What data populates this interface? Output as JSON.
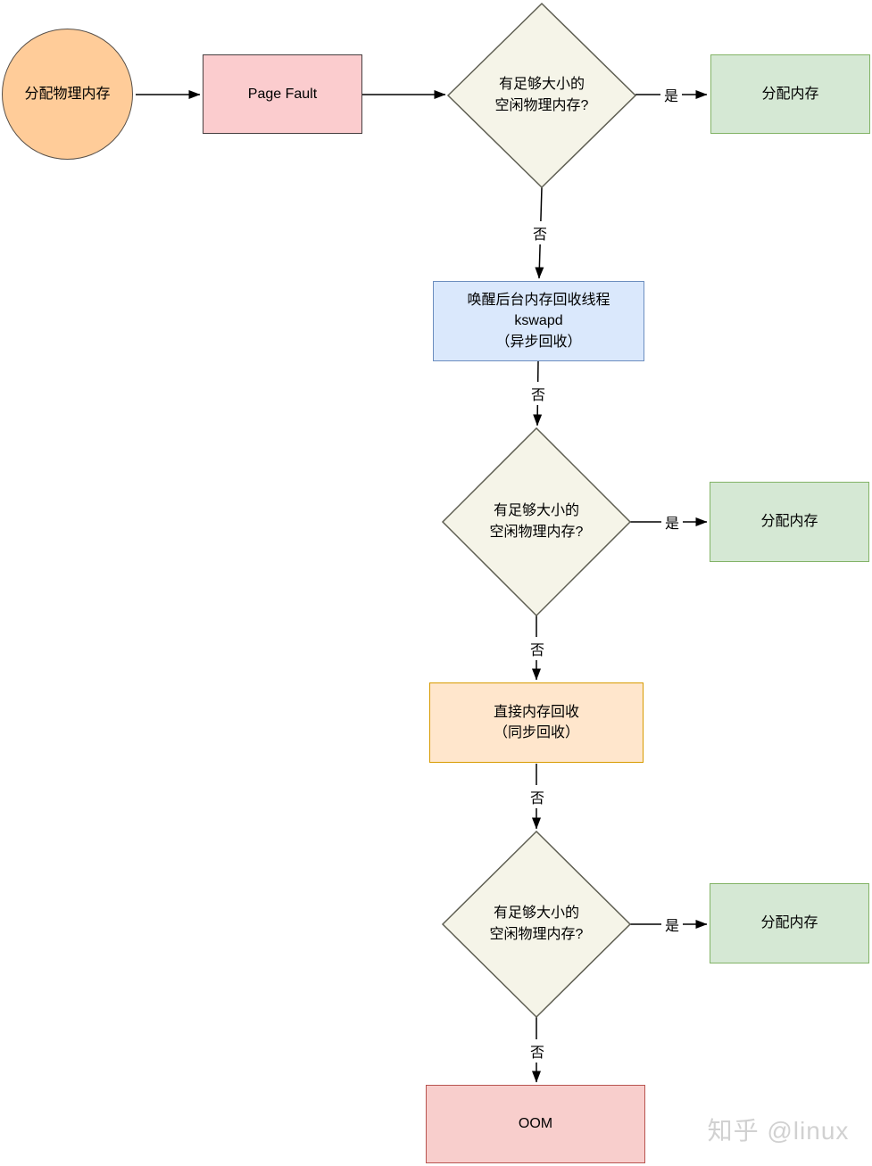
{
  "colors": {
    "start_fill": "#FFCC99",
    "start_stroke": "#59514A",
    "pagefault_fill": "#FBCCCE",
    "pagefault_stroke": "#463E3F",
    "diamond_fill": "#F5F4E8",
    "diamond_stroke": "#5E5E52",
    "alloc_fill": "#D5E8D4",
    "alloc_stroke": "#82B366",
    "kswapd_fill": "#DAE8FC",
    "kswapd_stroke": "#6C8EBF",
    "direct_fill": "#FFE6CC",
    "direct_stroke": "#D79B00",
    "oom_fill": "#F8CECC",
    "oom_stroke": "#B85450",
    "line": "#000000",
    "watermark": "#D1D1D1"
  },
  "nodes": {
    "start": {
      "label": "分配物理内存"
    },
    "page_fault": {
      "label": "Page Fault"
    },
    "check1": {
      "label": "有足够大小的\n空闲物理内存?"
    },
    "alloc1": {
      "label": "分配内存"
    },
    "kswapd": {
      "label": "唤醒后台内存回收线程\nkswapd\n（异步回收）"
    },
    "check2": {
      "label": "有足够大小的\n空闲物理内存?"
    },
    "alloc2": {
      "label": "分配内存"
    },
    "direct_reclaim": {
      "label": "直接内存回收\n（同步回收）"
    },
    "check3": {
      "label": "有足够大小的\n空闲物理内存?"
    },
    "alloc3": {
      "label": "分配内存"
    },
    "oom": {
      "label": "OOM"
    }
  },
  "edge_labels": {
    "yes1": "是",
    "no1": "否",
    "no2": "否",
    "yes2": "是",
    "no3": "否",
    "no4": "否",
    "yes3": "是",
    "no5": "否"
  },
  "watermark": {
    "text": "知乎 @linux"
  }
}
